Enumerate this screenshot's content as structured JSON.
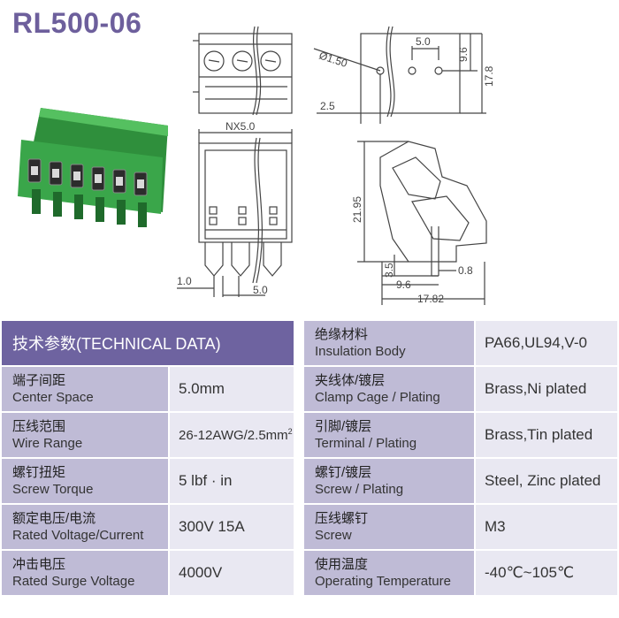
{
  "title": "RL500-06",
  "drawing": {
    "dim_pitch": "5.0",
    "dim_nx": "NX5.0",
    "dim_hole": "Ø1.50",
    "dim_25": "2.5",
    "dim_96_top": "9.6",
    "dim_178": "17.8",
    "dim_10": "1.0",
    "dim_50_bottom": "5.0",
    "dim_2195": "21.95",
    "dim_35": "3.5",
    "dim_08": "0.8",
    "dim_96_bottom": "9.6",
    "dim_1782": "17.82"
  },
  "colors": {
    "title": "#6d5f9c",
    "header_bg": "#6e63a0",
    "label_bg": "#bfbbd6",
    "value_bg": "#e9e8f2",
    "terminal_green": "#3aa64a"
  },
  "table_left": {
    "header": "技术参数(TECHNICAL DATA)",
    "rows": [
      {
        "cn": "端子间距",
        "en": "Center Space",
        "value": "5.0mm"
      },
      {
        "cn": "压线范围",
        "en": "Wire Range",
        "value": "26-12AWG/2.5mm",
        "value_sup": "2"
      },
      {
        "cn": "螺钉扭矩",
        "en": "Screw Torque",
        "value": "5 lbf · in"
      },
      {
        "cn": "额定电压/电流",
        "en": "Rated Voltage/Current",
        "value": "300V 15A"
      },
      {
        "cn": "冲击电压",
        "en": "Rated Surge Voltage",
        "value": "4000V"
      }
    ]
  },
  "table_right": {
    "rows": [
      {
        "cn": "绝缘材料",
        "en": "Insulation Body",
        "value": "PA66,UL94,V-0"
      },
      {
        "cn": "夹线体/镀层",
        "en": "Clamp Cage / Plating",
        "value": "Brass,Ni plated"
      },
      {
        "cn": "引脚/镀层",
        "en": "Terminal / Plating",
        "value": "Brass,Tin plated"
      },
      {
        "cn": "螺钉/镀层",
        "en": "Screw / Plating",
        "value": "Steel, Zinc plated"
      },
      {
        "cn": "压线螺钉",
        "en": "Screw",
        "value": "M3"
      },
      {
        "cn": "使用温度",
        "en": "Operating Temperature",
        "value": "-40℃~105℃"
      }
    ]
  }
}
